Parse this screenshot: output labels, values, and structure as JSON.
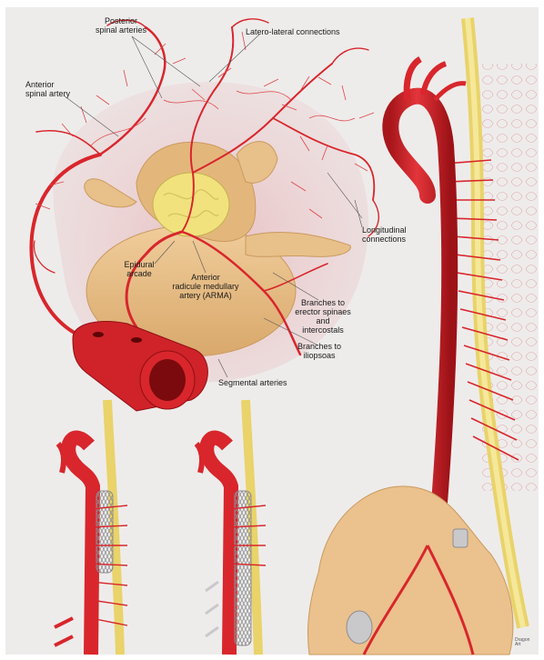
{
  "labels": {
    "posterior_spinal_arteries": "Posterior\nspinal arteries",
    "latero_lateral": "Latero-lateral connections",
    "anterior_spinal_artery": "Anterior\nspinal artery",
    "longitudinal": "Longitudinal\nconnections",
    "epidural_arcade": "Epidural\narcade",
    "arma": "Anterior\nradicule medullary\nartery (ARMA)",
    "branches_erector": "Branches to\nerector spinaes\nand\nintercostals",
    "branches_iliopsoas": "Branches to\niliopsoas",
    "segmental": "Segmental arteries"
  },
  "signature": "Dragon\nArt",
  "colors": {
    "background_panel": "#eeeceb",
    "artery": "#d8262c",
    "artery_dark": "#9d1217",
    "artery_light": "#ef6b6b",
    "vertebra": "#e8c08a",
    "vertebra_shadow": "#c99a5f",
    "cord": "#f1e27e",
    "halo": "#e7a8ad",
    "stent": "#c9c9cc"
  },
  "icons": [
    "vertebra-cross-section",
    "aorta-segment",
    "spinal-cord",
    "aortic-stent-graft",
    "pelvis"
  ]
}
